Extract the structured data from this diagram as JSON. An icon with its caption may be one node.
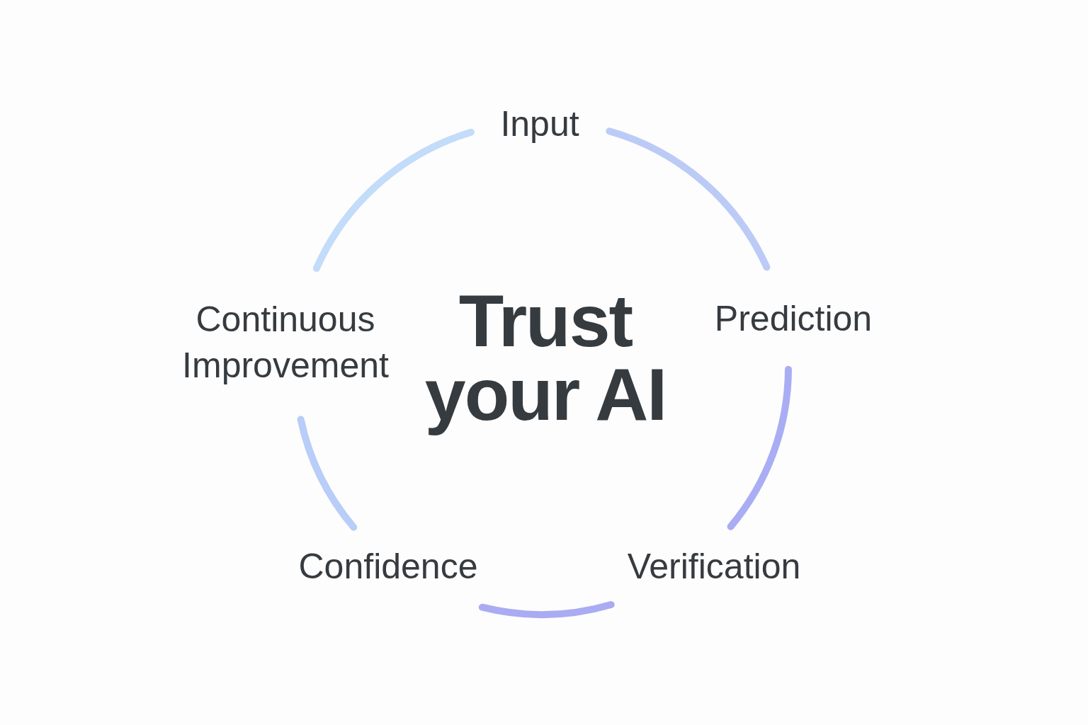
{
  "diagram": {
    "title": "Trust your AI",
    "nodes": [
      {
        "text": [
          "Input"
        ]
      },
      {
        "text": [
          "Prediction"
        ]
      },
      {
        "text": [
          "Verification"
        ]
      },
      {
        "text": [
          "Confidence"
        ]
      },
      {
        "text": [
          "Continuous Improvement"
        ]
      }
    ],
    "edges": [
      {
        "from": 0,
        "to": 1,
        "arrow": "none",
        "color": "#bccbf6"
      },
      {
        "from": 1,
        "to": 2,
        "arrow": "none",
        "color": "#a9adf4"
      },
      {
        "from": 2,
        "to": 3,
        "arrow": "none",
        "color": "#a9acf3"
      },
      {
        "from": 3,
        "to": 4,
        "arrow": "none",
        "color": "#b8cdf7"
      },
      {
        "from": 4,
        "to": 0,
        "arrow": "none",
        "color": "#c2dcfa"
      }
    ]
  }
}
